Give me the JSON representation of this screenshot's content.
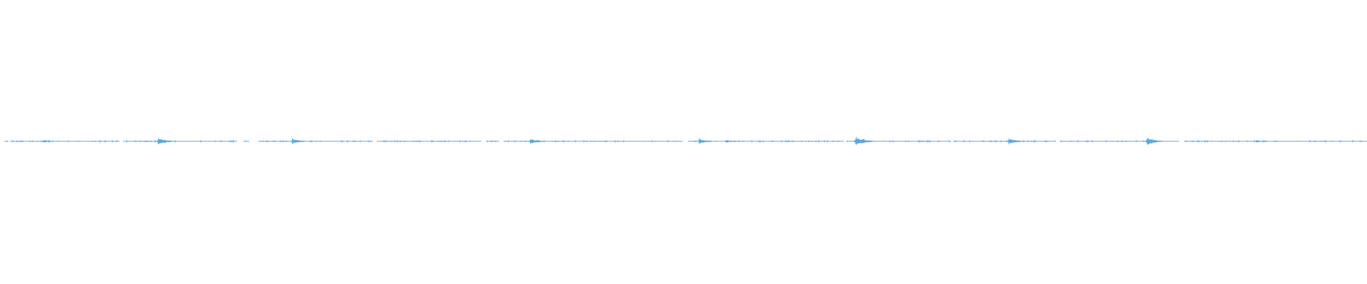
{
  "waveform": {
    "color": "#5aa8dc",
    "background": "#ffffff",
    "bursts": [
      {
        "t": 0.0318,
        "amp": 0.012,
        "decay": 0.0045
      },
      {
        "t": 0.1158,
        "amp": 0.03,
        "decay": 0.0055
      },
      {
        "t": 0.1946,
        "amp": 0.006,
        "decay": 0.003
      },
      {
        "t": 0.2139,
        "amp": 0.022,
        "decay": 0.005
      },
      {
        "t": 0.2805,
        "amp": 0.008,
        "decay": 0.004
      },
      {
        "t": 0.3385,
        "amp": 0.006,
        "decay": 0.0045
      },
      {
        "t": 0.388,
        "amp": 0.022,
        "decay": 0.006
      },
      {
        "t": 0.438,
        "amp": 0.004,
        "decay": 0.004
      },
      {
        "t": 0.5115,
        "amp": 0.022,
        "decay": 0.0045
      },
      {
        "t": 0.531,
        "amp": 0.012,
        "decay": 0.005
      },
      {
        "t": 0.626,
        "amp": 0.04,
        "decay": 0.006
      },
      {
        "t": 0.738,
        "amp": 0.026,
        "decay": 0.0055
      },
      {
        "t": 0.839,
        "amp": 0.03,
        "decay": 0.0055
      },
      {
        "t": 0.919,
        "amp": 0.01,
        "decay": 0.005
      },
      {
        "t": 0.969,
        "amp": 0.004,
        "decay": 0.004
      }
    ],
    "gaps": [
      [
        0.0,
        0.003
      ],
      [
        0.006,
        0.007
      ],
      [
        0.087,
        0.09
      ],
      [
        0.173,
        0.178
      ],
      [
        0.182,
        0.189
      ],
      [
        0.272,
        0.275
      ],
      [
        0.352,
        0.356
      ],
      [
        0.365,
        0.368
      ],
      [
        0.499,
        0.503
      ],
      [
        0.617,
        0.619
      ],
      [
        0.695,
        0.697
      ],
      [
        0.772,
        0.775
      ],
      [
        0.862,
        0.866
      ]
    ]
  }
}
